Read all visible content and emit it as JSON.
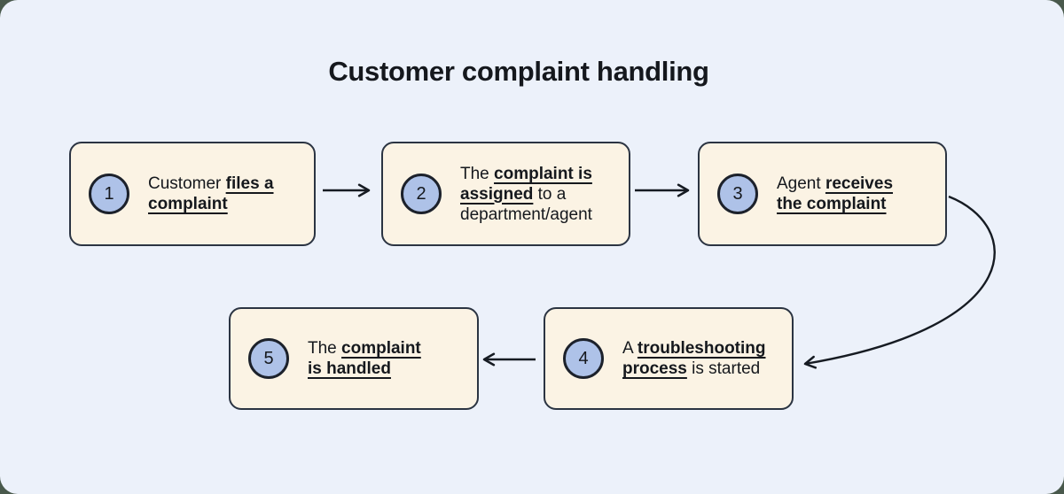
{
  "title": "Customer complaint handling",
  "colors": {
    "background": "#ECF1FA",
    "outer_background": "#49594C",
    "box_fill": "#FBF3E4",
    "box_border": "#2B3442",
    "circle_fill": "#AEC2E8",
    "ink": "#15181D",
    "arrow": "#161B22"
  },
  "steps": [
    {
      "number": "1",
      "segments": [
        {
          "text": "Customer "
        },
        {
          "text": "files a",
          "em": true
        },
        {
          "br": true
        },
        {
          "text": "complaint",
          "em": true
        }
      ]
    },
    {
      "number": "2",
      "segments": [
        {
          "text": "The "
        },
        {
          "text": "complaint is",
          "em": true
        },
        {
          "br": true
        },
        {
          "text": "assigned",
          "em": true
        },
        {
          "text": " to a"
        },
        {
          "br": true
        },
        {
          "text": "department/agent"
        }
      ]
    },
    {
      "number": "3",
      "segments": [
        {
          "text": "Agent "
        },
        {
          "text": "receives",
          "em": true
        },
        {
          "br": true
        },
        {
          "text": "the complaint",
          "em": true
        }
      ]
    },
    {
      "number": "4",
      "segments": [
        {
          "text": "A "
        },
        {
          "text": "troubleshooting",
          "em": true
        },
        {
          "br": true
        },
        {
          "text": "process",
          "em": true
        },
        {
          "text": " is started"
        }
      ]
    },
    {
      "number": "5",
      "segments": [
        {
          "text": "The "
        },
        {
          "text": "complaint",
          "em": true
        },
        {
          "br": true
        },
        {
          "text": "is handled",
          "em": true
        }
      ]
    }
  ],
  "arrows": [
    {
      "from": "step-1",
      "to": "step-2",
      "style": "straight"
    },
    {
      "from": "step-2",
      "to": "step-3",
      "style": "straight"
    },
    {
      "from": "step-3",
      "to": "step-4",
      "style": "curved"
    },
    {
      "from": "step-4",
      "to": "step-5",
      "style": "straight"
    }
  ]
}
